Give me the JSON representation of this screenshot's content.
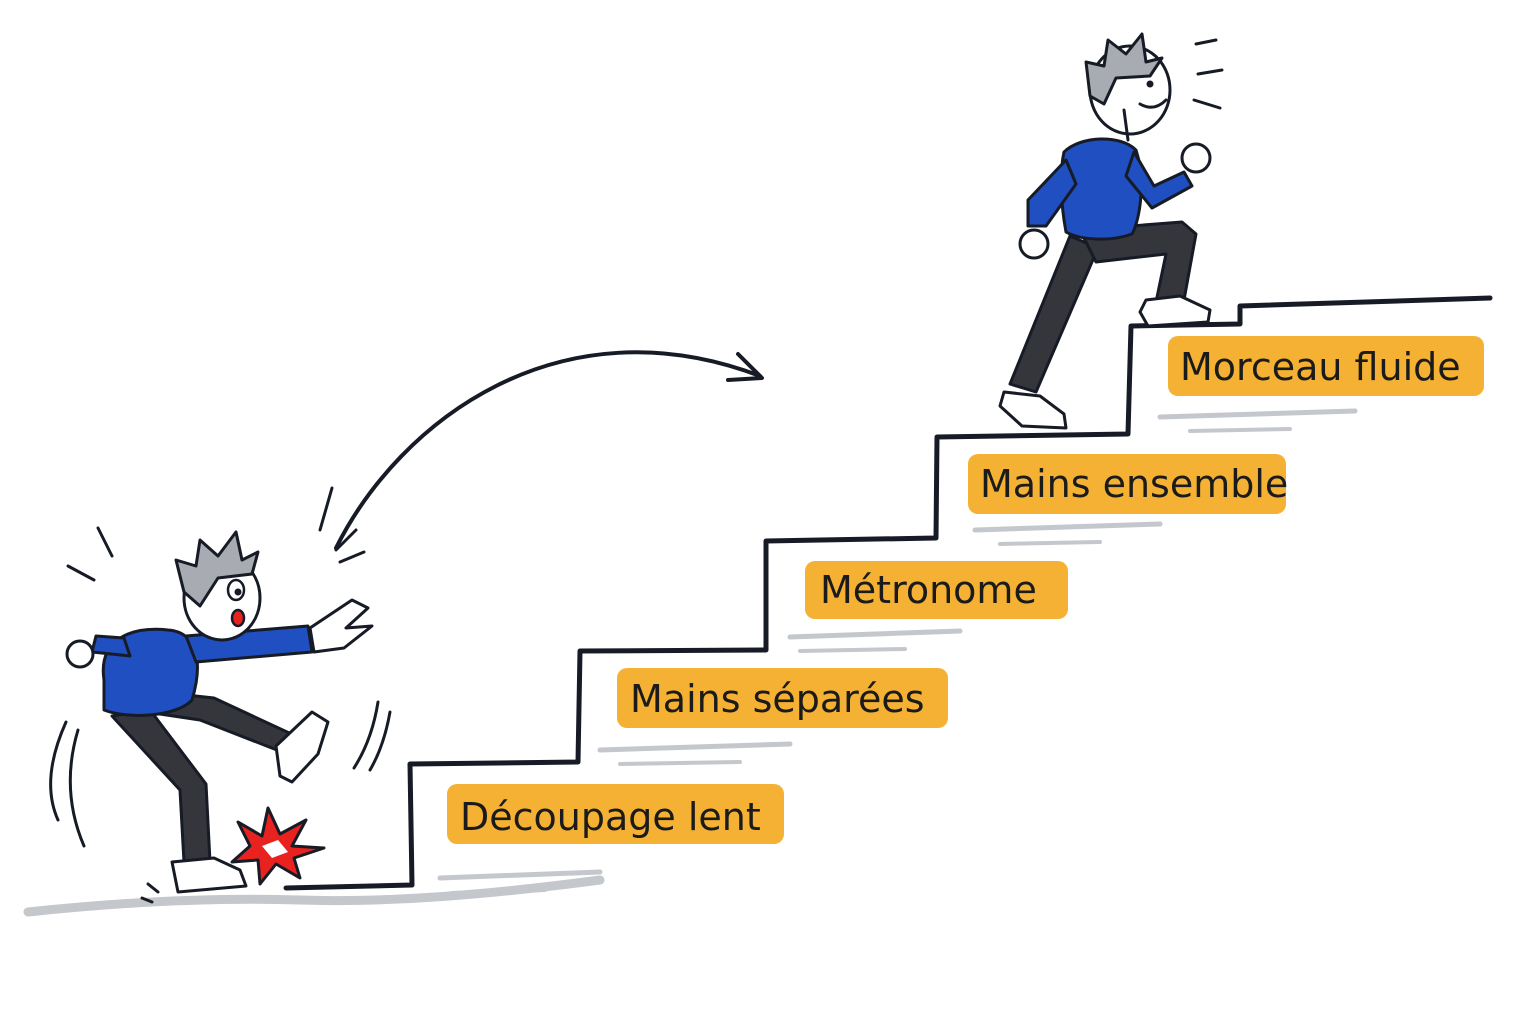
{
  "steps": [
    {
      "label": "Découpage lent"
    },
    {
      "label": "Mains séparées"
    },
    {
      "label": "Métronome"
    },
    {
      "label": "Mains ensemble"
    },
    {
      "label": "Morceau fluide"
    }
  ],
  "colors": {
    "ink": "#161b26",
    "label_highlight": "#f5b133",
    "sweater": "#1f4fc0",
    "pants": "#34363c",
    "impact": "#e8231f",
    "ground_shadow": "#c4c7cc"
  },
  "figures": {
    "bottom": {
      "pose": "tripping",
      "icon": "stumbling-person-icon"
    },
    "top": {
      "pose": "climbing",
      "icon": "happy-climbing-person-icon"
    }
  },
  "arrow": {
    "icon": "curved-arrow-icon",
    "direction": "up-right"
  }
}
